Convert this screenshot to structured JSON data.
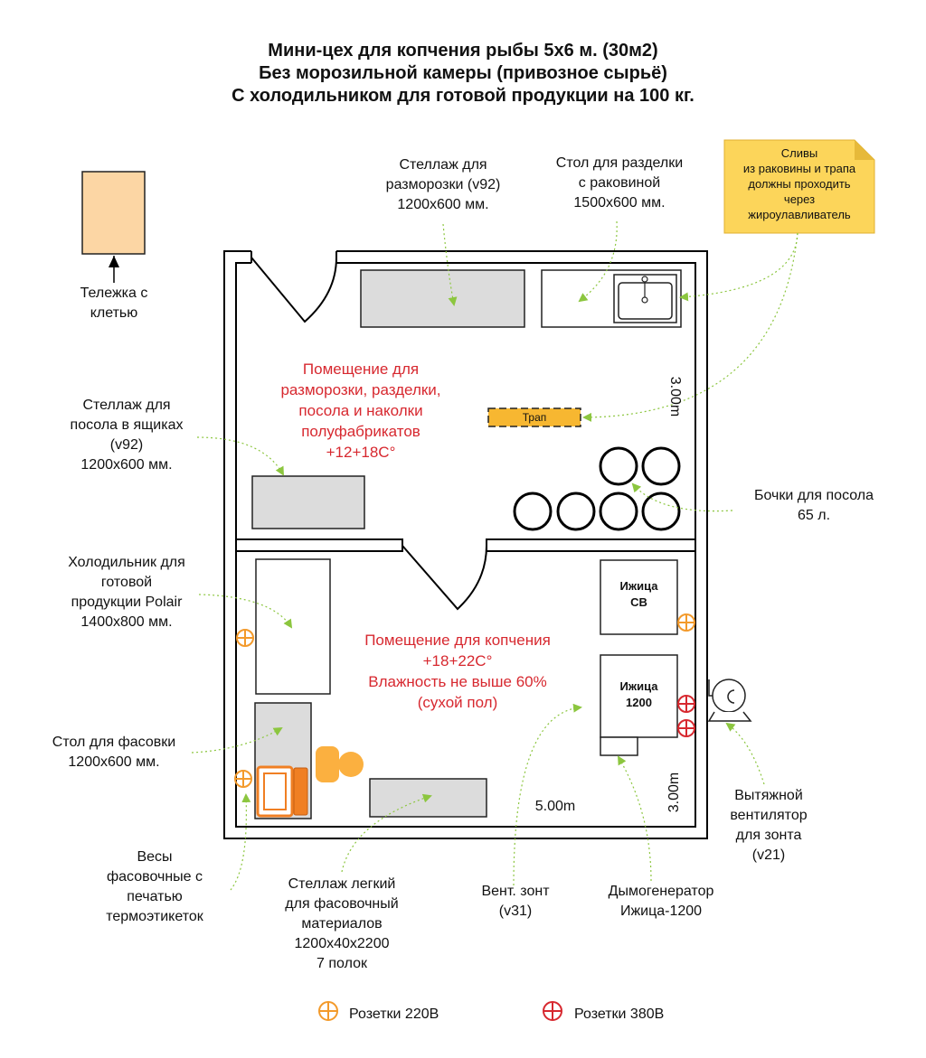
{
  "title": {
    "line1": "Мини-цех для копчения рыбы 5х6 м. (30м2)",
    "line2": "Без морозильной камеры (привозное сырьё)",
    "line3": "С холодильником для готовой продукции на 100 кг."
  },
  "labels": {
    "cart": [
      "Тележка с",
      "клетью"
    ],
    "thaw_rack": [
      "Стеллаж для",
      "разморозки (v92)",
      "1200х600 мм."
    ],
    "cut_table": [
      "Стол для разделки",
      "с раковиной",
      "1500х600 мм."
    ],
    "salt_rack": [
      "Стеллаж для",
      "посола в ящиках",
      "(v92)",
      "1200х600 мм."
    ],
    "barrels": [
      "Бочки для посола",
      "65 л."
    ],
    "fridge": [
      "Холодильник для",
      "готовой",
      "продукции Polair",
      "1400х800 мм."
    ],
    "pack_table": [
      "Стол для фасовки",
      "1200х600 мм."
    ],
    "scales": [
      "Весы",
      "фасовочные с",
      "печатью",
      "термоэтикеток"
    ],
    "light_rack": [
      "Стеллаж легкий",
      "для фасовочный",
      "материалов",
      "1200х40х2200",
      "7 полок"
    ],
    "vent_hood": [
      "Вент. зонт",
      "(v31)"
    ],
    "smoke_gen": [
      "Дымогенератор",
      "Ижица-1200"
    ],
    "exhaust_fan": [
      "Вытяжной",
      "вентилятор",
      "для зонта",
      "(v21)"
    ]
  },
  "note": [
    "Сливы",
    "из раковины и трапа",
    "должны проходить",
    "через",
    "жироулавливатель"
  ],
  "rooms": {
    "upper": [
      "Помещение для",
      "разморозки, разделки,",
      "посола и наколки",
      "полуфабрикатов",
      "+12+18С°"
    ],
    "lower": [
      "Помещение для копчения",
      "+18+22С°",
      "Влажность не выше 60%",
      "(сухой пол)"
    ]
  },
  "equipment": {
    "trap": "Трап",
    "smoker_cb": [
      "Ижица",
      "СВ"
    ],
    "smoker_1200": [
      "Ижица",
      "1200"
    ]
  },
  "dimensions": {
    "upper_height": "3.00m",
    "lower_height": "3.00m",
    "width": "5.00m"
  },
  "legend": {
    "sockets_220": "Розетки 220В",
    "sockets_380": "Розетки 380В"
  },
  "colors": {
    "accent_red": "#d7282f",
    "socket_220": "#f39a2b",
    "socket_380": "#d7282f",
    "arrow_green": "#8cc63f",
    "note_yellow": "#fcd55a",
    "cart_fill": "#fcd6a4",
    "equipment_gray": "#dcdcdc",
    "trap_fill": "#f7b731",
    "scales_orange": "#f07f23"
  }
}
